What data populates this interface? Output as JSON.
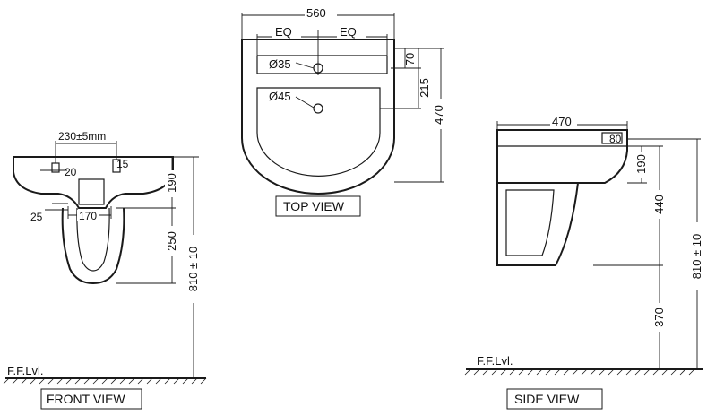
{
  "views": {
    "front": "FRONT VIEW",
    "top": "TOP VIEW",
    "side": "SIDE VIEW"
  },
  "floor_label": "F.F.Lvl.",
  "top_view": {
    "width": "560",
    "eq_left": "EQ",
    "eq_right": "EQ",
    "hole_small": "Ø35",
    "hole_large": "Ø45",
    "dim_70": "70",
    "dim_215": "215",
    "dim_470": "470"
  },
  "front_view": {
    "tap_spacing": "230±5mm",
    "dim_20": "20",
    "dim_15": "15",
    "dim_25": "25",
    "dim_170": "170",
    "dim_190": "190",
    "dim_250": "250",
    "dim_810": "810 ± 10"
  },
  "side_view": {
    "depth": "470",
    "dim_80": "80",
    "dim_190": "190",
    "dim_440": "440",
    "dim_370": "370",
    "dim_810": "810 ± 10"
  }
}
